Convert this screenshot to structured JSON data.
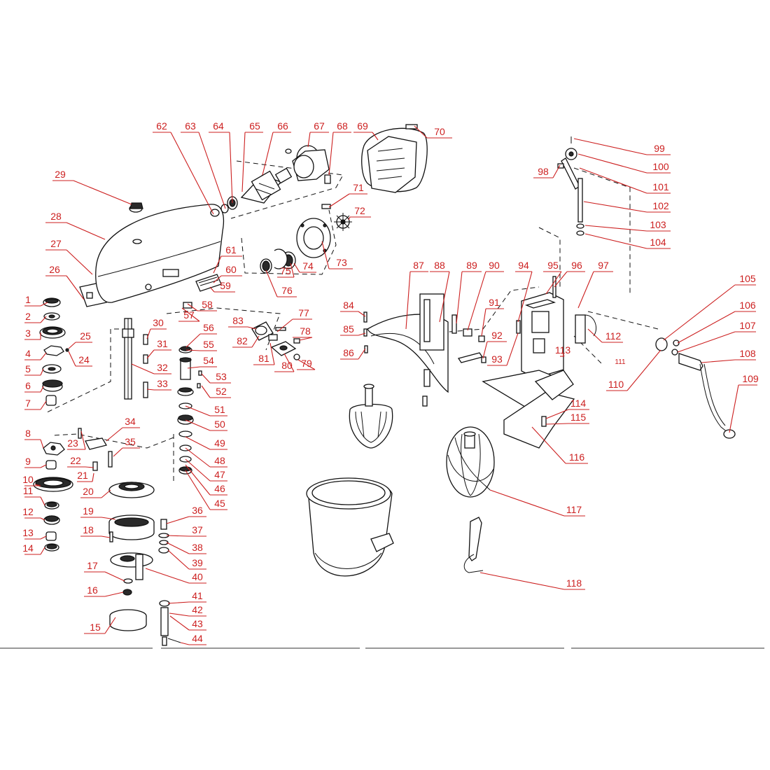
{
  "diagram": {
    "labels": [
      "1",
      "2",
      "3",
      "4",
      "5",
      "6",
      "7",
      "8",
      "9",
      "10",
      "11",
      "12",
      "13",
      "14",
      "15",
      "16",
      "17",
      "18",
      "19",
      "20",
      "21",
      "22",
      "23",
      "24",
      "25",
      "26",
      "27",
      "28",
      "29",
      "30",
      "31",
      "32",
      "33",
      "34",
      "35",
      "36",
      "37",
      "38",
      "39",
      "40",
      "41",
      "42",
      "43",
      "44",
      "45",
      "46",
      "47",
      "48",
      "49",
      "50",
      "51",
      "52",
      "53",
      "54",
      "55",
      "56",
      "57",
      "58",
      "59",
      "60",
      "61",
      "62",
      "63",
      "64",
      "65",
      "66",
      "67",
      "68",
      "69",
      "70",
      "71",
      "72",
      "73",
      "74",
      "75",
      "76",
      "77",
      "78",
      "79",
      "80",
      "81",
      "82",
      "83",
      "84",
      "85",
      "86",
      "87",
      "88",
      "89",
      "90",
      "91",
      "92",
      "93",
      "94",
      "95",
      "96",
      "97",
      "98",
      "99",
      "100",
      "101",
      "102",
      "103",
      "104",
      "105",
      "106",
      "107",
      "108",
      "109",
      "110",
      "111",
      "112",
      "113",
      "114",
      "115",
      "116",
      "117",
      "118"
    ],
    "label_color": "#cc1f1f",
    "line_color": "#111111"
  }
}
